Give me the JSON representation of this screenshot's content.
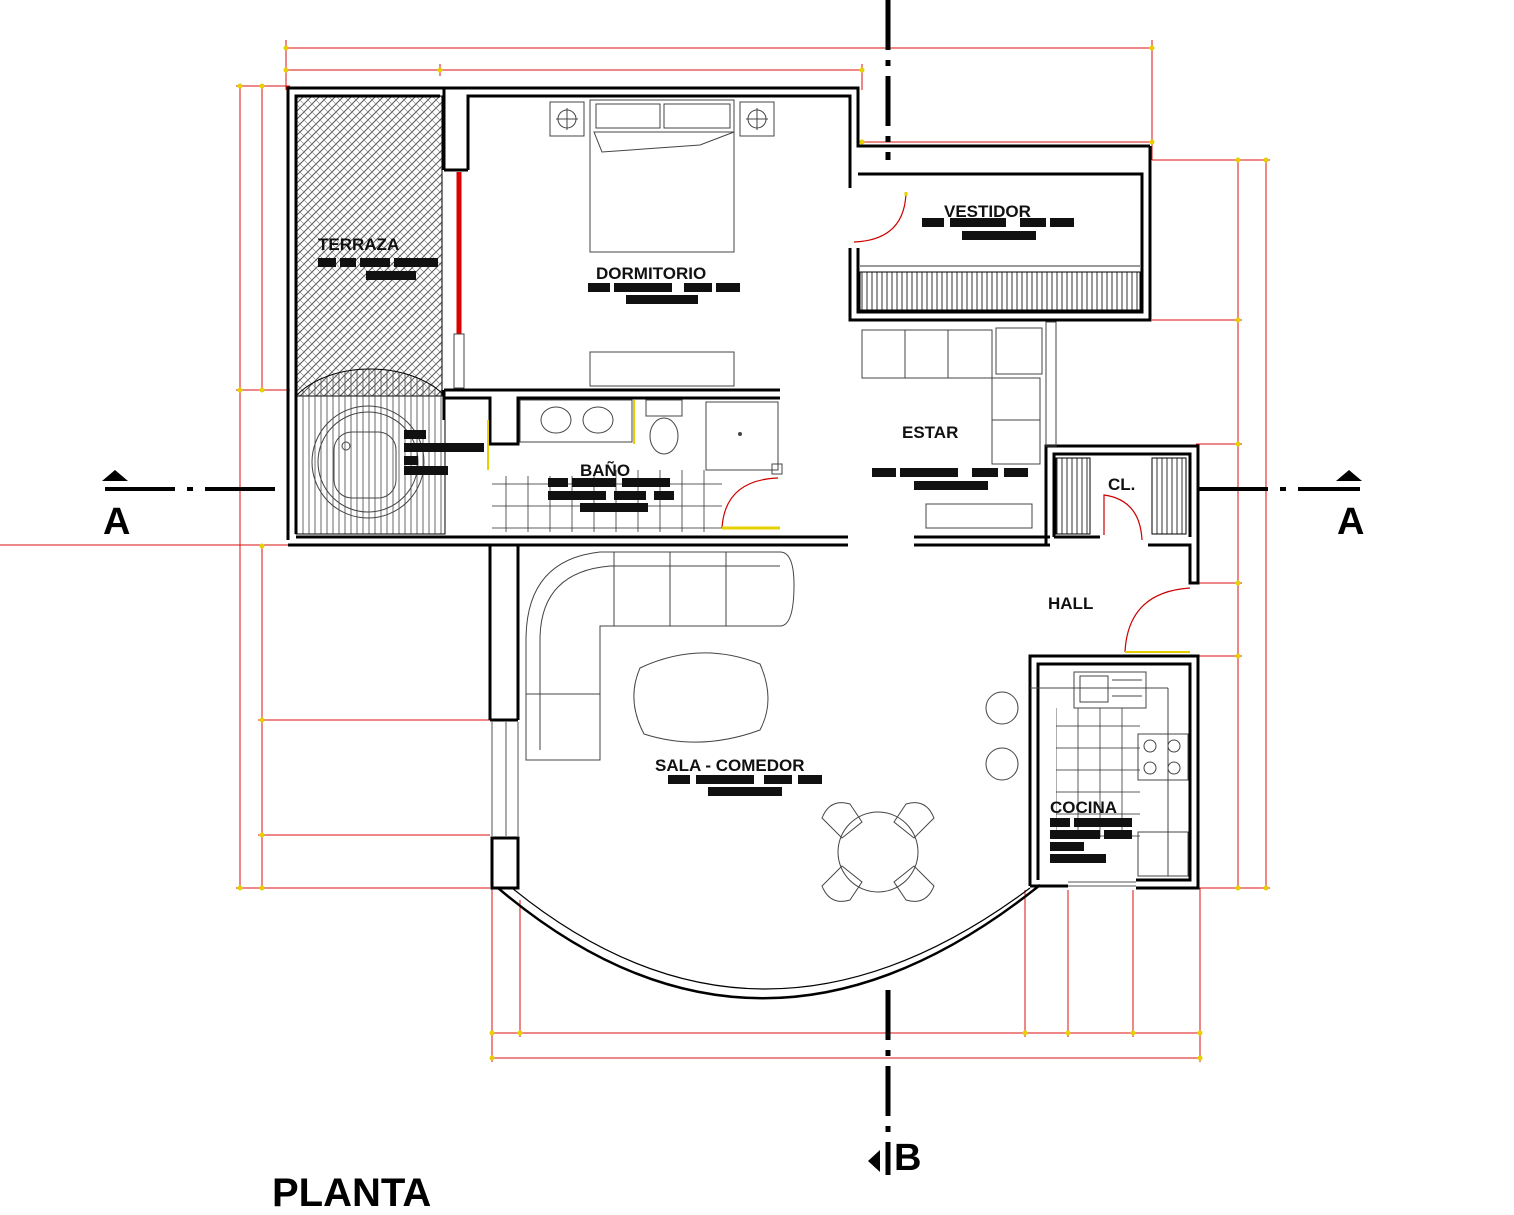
{
  "rooms": {
    "terraza": "TERRAZA",
    "dormitorio": "DORMITORIO",
    "vestidor": "VESTIDOR",
    "estar": "ESTAR",
    "bano": "BAÑO",
    "closet": "CL.",
    "hall": "HALL",
    "sala_comedor": "SALA - COMEDOR",
    "cocina": "COCINA"
  },
  "section_marks": {
    "a_left": "A",
    "a_right": "A",
    "b": "B"
  },
  "title": "PLANTA",
  "colors": {
    "walls": "#000000",
    "dimension_lines": "#dd1111",
    "dimension_ticks": "#e6d000",
    "hatch": "#555555",
    "terrace_rail": "#dd0000"
  }
}
